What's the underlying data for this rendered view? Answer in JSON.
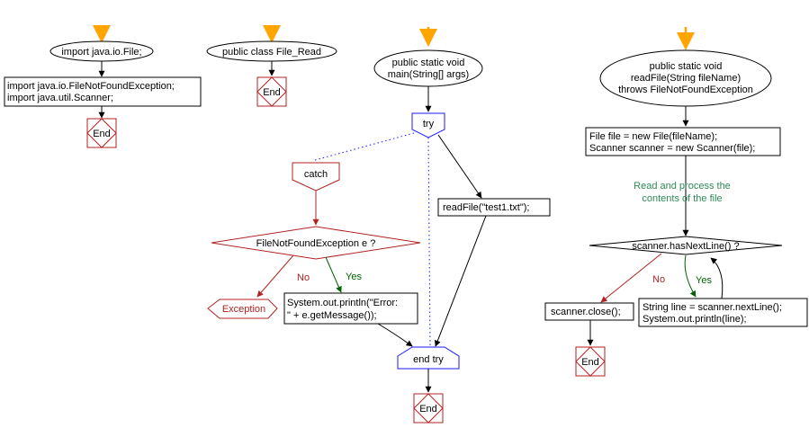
{
  "colors": {
    "start_arrow": "#ffa500",
    "end_border": "#b22222",
    "try_border": "#1a1aff",
    "catch_border": "#b22222",
    "no_label": "#b22222",
    "yes_label": "#006400",
    "comment": "#2e8b57",
    "dotted": "#1a1aff"
  },
  "flow1": {
    "start": "import java.io.File;",
    "block": [
      "import java.io.FileNotFoundException;",
      "import java.util.Scanner;"
    ],
    "end": "End"
  },
  "flow2": {
    "start": "public class File_Read",
    "end": "End"
  },
  "flow3": {
    "start": [
      "public static void",
      "main(String[] args)"
    ],
    "try": "try",
    "catch": "catch",
    "decision": "FileNotFoundException e ?",
    "no": "No",
    "yes": "Yes",
    "exception": "Exception",
    "print_block": [
      "System.out.println(\"Error:",
      "\" + e.getMessage());"
    ],
    "call": "readFile(\"test1.txt\");",
    "end_try": "end try",
    "end": "End"
  },
  "flow4": {
    "start": [
      "public static void",
      "readFile(String fileName)",
      "throws FileNotFoundException"
    ],
    "block1": [
      "File file = new File(fileName);",
      "Scanner scanner = new Scanner(file);"
    ],
    "comment": [
      "Read and process the",
      "contents of the file"
    ],
    "decision": "scanner.hasNextLine() ?",
    "no": "No",
    "yes": "Yes",
    "loop_block": [
      "String line = scanner.nextLine();",
      "System.out.println(line);"
    ],
    "close": "scanner.close();",
    "end": "End"
  }
}
